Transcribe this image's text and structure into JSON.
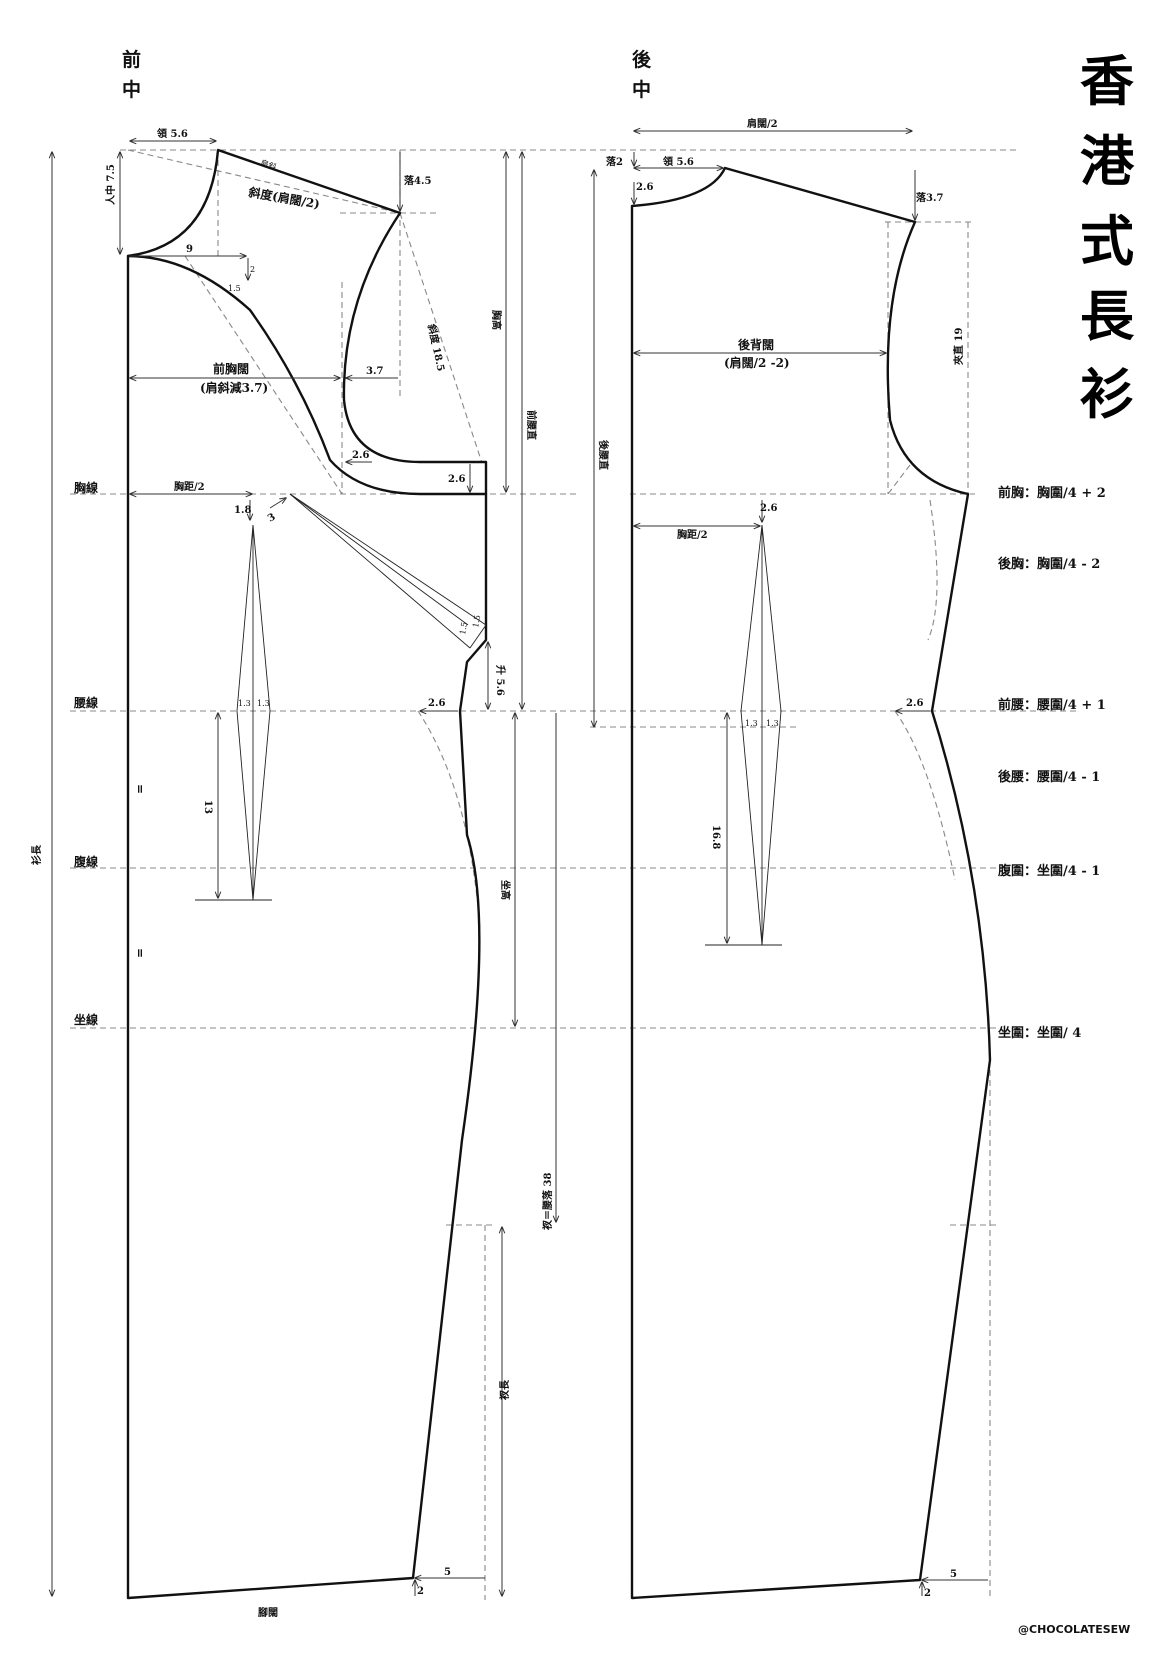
{
  "title": [
    "香",
    "港",
    "式",
    "長",
    "衫"
  ],
  "centers": {
    "front": [
      "前",
      "中"
    ],
    "back": [
      "後",
      "中"
    ]
  },
  "lines": {
    "chest": "胸線",
    "waist": "腰線",
    "belly": "腹線",
    "hip": "坐線"
  },
  "labels": {
    "front_neck": "領 5.6",
    "neck_depth": "人中 7.5",
    "shoulder_small": "肩斜",
    "shoulder_slope": "斜度(肩闊/2)",
    "front_drop": "落4.5",
    "nine": "9",
    "two_small": "2",
    "one_five": "1.5",
    "diagonal": "斜度 18.5",
    "chest_height": "胸高",
    "front_waist_length": "前腰直",
    "front_chest_width": "前胸闊",
    "front_chest_width_note": "(肩斜減3.7)",
    "three_seven": "3.7",
    "two_six_a": "2.6",
    "two_six_b": "2.6",
    "bust_point_front": "胸距/2",
    "one_eight": "1.8",
    "three": "3",
    "one_five_a": "1.5",
    "one_five_b": "1.5",
    "raise": "升 5.6",
    "waist_two_six_front": "2.6",
    "one_three_a": "1.3",
    "one_three_b": "1.3",
    "dart_front": "13",
    "equal_a": "=",
    "equal_b": "=",
    "garment_length": "衫長",
    "hip_height": "坐高",
    "slit": "衩＝腰落 38",
    "slit_length": "衩長",
    "hem_five_front": "5",
    "hem_two_front": "2",
    "hem_width": "腳闊",
    "back_shoulder_half": "肩闊/2",
    "back_drop": "落2",
    "back_neck": "領 5.6",
    "back_two_six": "2.6",
    "back_drop_shoulder": "落3.7",
    "back_width": "後背闊",
    "back_width_note": "(肩闊/2 -2)",
    "arm_straight": "夾直 19",
    "back_waist_length": "後腰直",
    "bust_point_back": "胸距/2",
    "back_bust_two_six": "2.6",
    "back_waist_two_six": "2.6",
    "one_three_c": "1.3",
    "one_three_d": "1.3",
    "dart_back": "16.8",
    "hem_five_back": "5",
    "hem_two_back": "2"
  },
  "formulas": [
    "前胸：胸圍/4 + 2",
    "後胸：胸圍/4 - 2",
    "前腰：腰圍/4 + 1",
    "後腰：腰圍/4 - 1",
    "腹圍：坐圍/4 - 1",
    "坐圍：坐圍/ 4"
  ],
  "watermark": "@CHOCOLATESEW"
}
